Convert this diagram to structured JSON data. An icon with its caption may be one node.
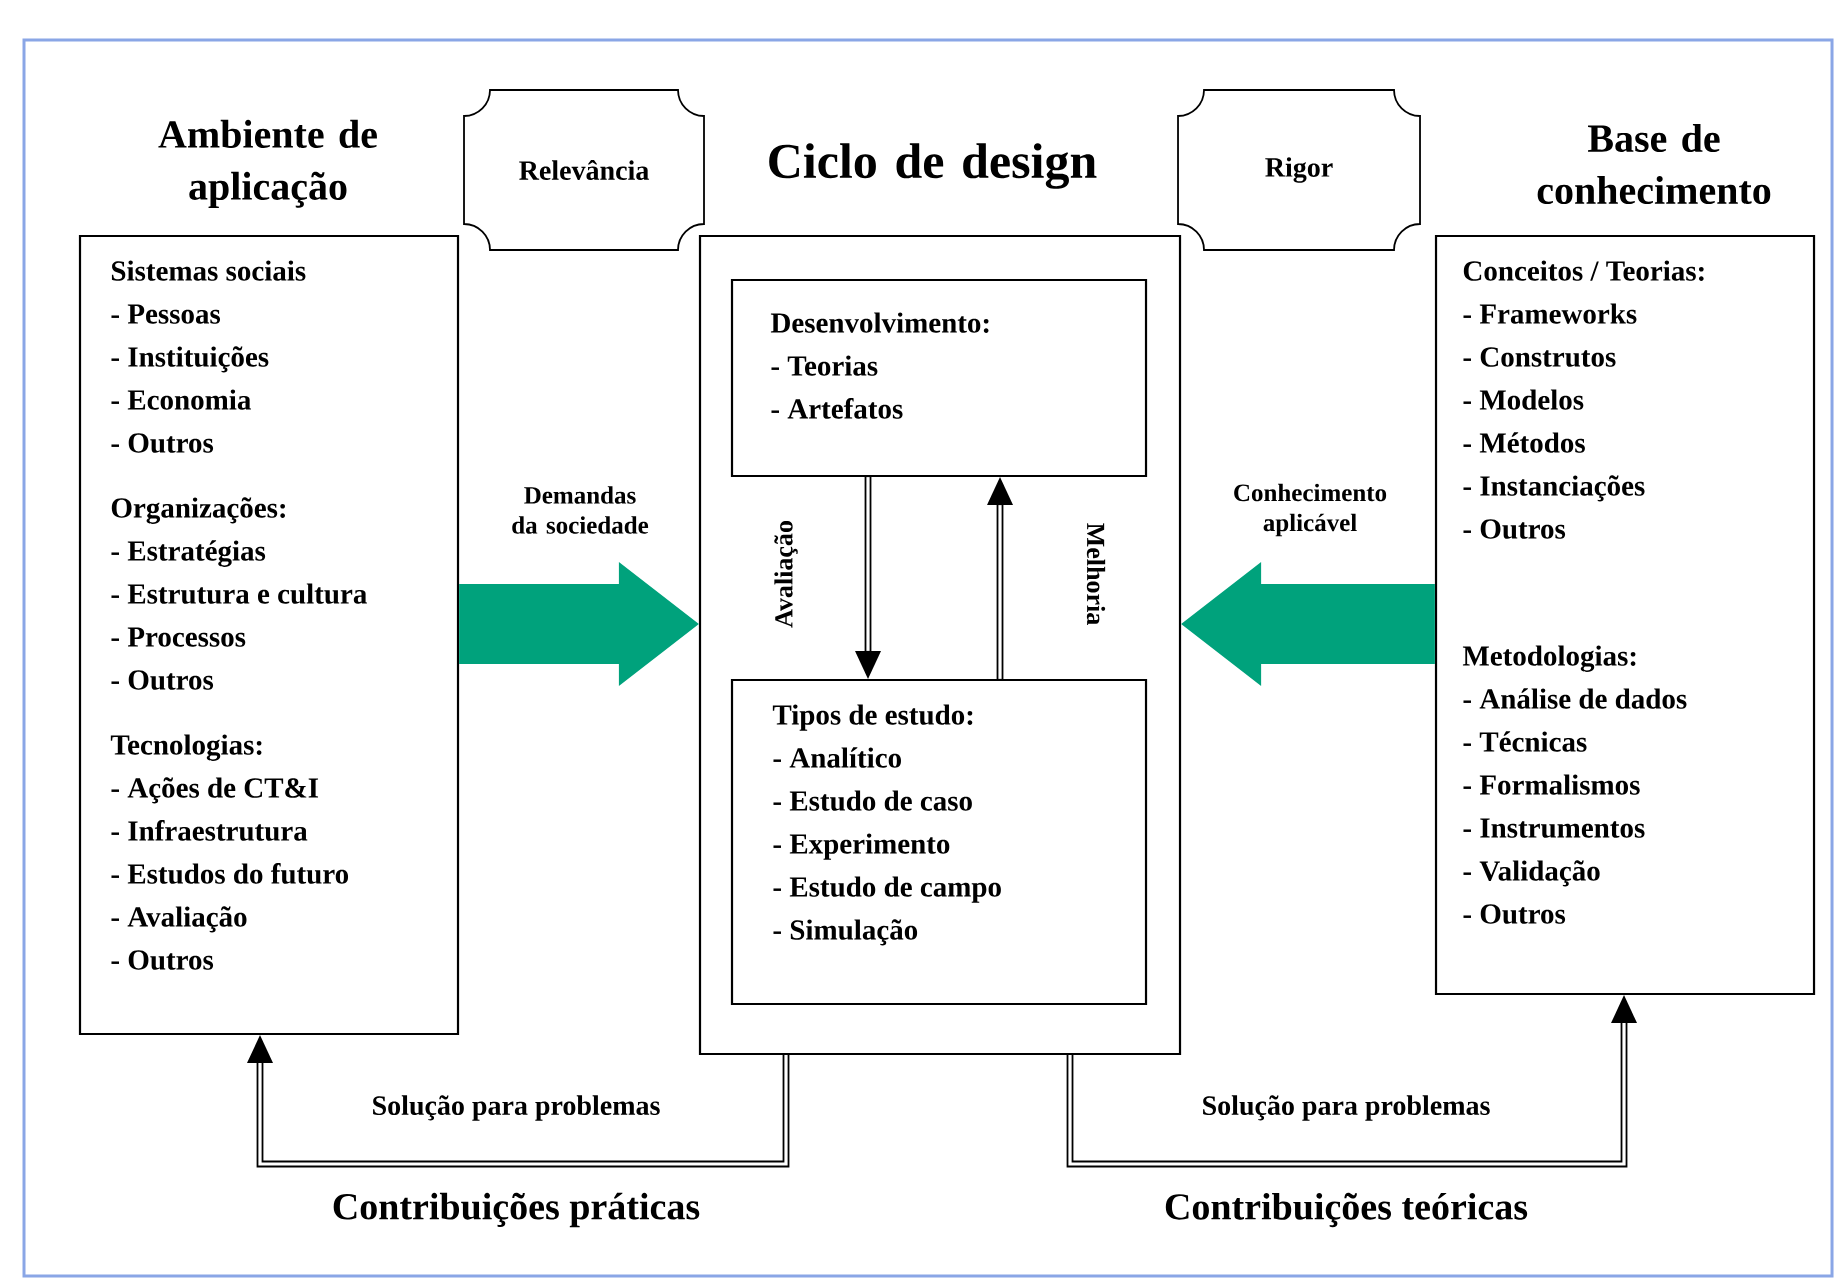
{
  "diagram": {
    "nodes": [
      {
        "text": [
          "Ambiente de aplicação",
          "Sistemas sociais",
          "- Pessoas",
          "- Instituições",
          "- Economia",
          "- Outros",
          "Organizações:",
          "- Estratégias",
          "- Estrutura  e cultura",
          "- Processos",
          "- Outros",
          "Tecnologias:",
          "- Ações de CT&I",
          "- Infraestrutura",
          "- Estudos do futuro",
          "- Avaliação",
          "- Outros"
        ]
      },
      {
        "text": [
          "Relevância"
        ]
      },
      {
        "text": [
          "Ciclo de design"
        ]
      },
      {
        "text": [
          "Desenvolvimento:",
          "- Teorias",
          "- Artefatos"
        ],
        "in": 2
      },
      {
        "text": [
          "Tipos de estudo:",
          "- Analítico",
          "- Estudo de caso",
          "- Experimento",
          "- Estudo de campo",
          "- Simulação"
        ],
        "in": 2
      },
      {
        "text": [
          "Rigor"
        ]
      },
      {
        "text": [
          "Base de conhecimento",
          "Conceitos / Teorias:",
          "- Frameworks",
          "- Construtos",
          "- Modelos",
          "- Métodos",
          "- Instanciações",
          "- Outros",
          "Metodologias:",
          "- Análise de dados",
          "- Técnicas",
          "- Formalismos",
          "- Instrumentos",
          "- Validação",
          "- Outros"
        ]
      }
    ],
    "edges": [
      {
        "from": 0,
        "to": 2,
        "arrow": "to",
        "label": "Demandas da sociedade",
        "style": "thick",
        "color": "#00a27c"
      },
      {
        "from": 6,
        "to": 2,
        "arrow": "to",
        "label": "Conhecimento aplicável",
        "style": "thick",
        "color": "#00a27c"
      },
      {
        "from": 3,
        "to": 4,
        "arrow": "to",
        "label": "Avaliação"
      },
      {
        "from": 4,
        "to": 3,
        "arrow": "to",
        "label": "Melhoria"
      },
      {
        "from": 2,
        "to": 0,
        "arrow": "to",
        "label": "Solução para problemas"
      },
      {
        "from": 2,
        "to": 6,
        "arrow": "to",
        "label": "Solução para problemas"
      }
    ],
    "labels": [
      "Contribuições práticas",
      "Contribuições teóricas"
    ]
  }
}
